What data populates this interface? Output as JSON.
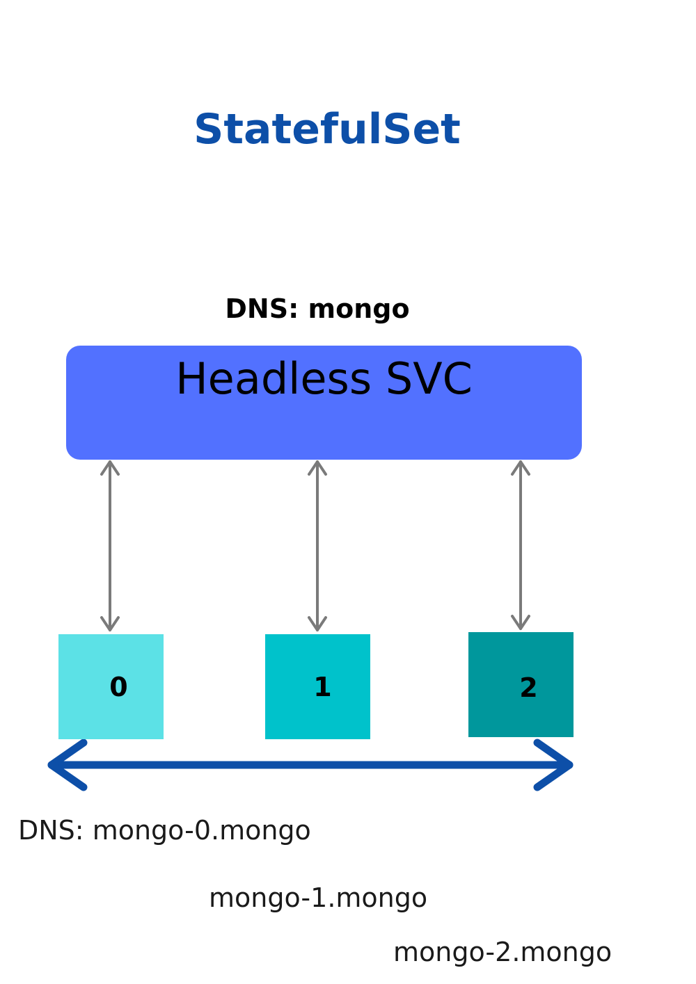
{
  "diagram": {
    "title": "StatefulSet",
    "service": {
      "dns_label": "DNS:  mongo",
      "name": "Headless SVC",
      "color": "#5271ff"
    },
    "pods": [
      {
        "label": "0",
        "color": "#5ce1e6"
      },
      {
        "label": "1",
        "color": "#00c2cb"
      },
      {
        "label": "2",
        "color": "#00979c"
      }
    ],
    "pod_dns": [
      "DNS: mongo-0.mongo",
      "mongo-1.mongo",
      "mongo-2.mongo"
    ],
    "colors": {
      "title": "#0d4fa8",
      "connector": "#7a7a7a",
      "range_arrow": "#0d4fa8"
    }
  }
}
